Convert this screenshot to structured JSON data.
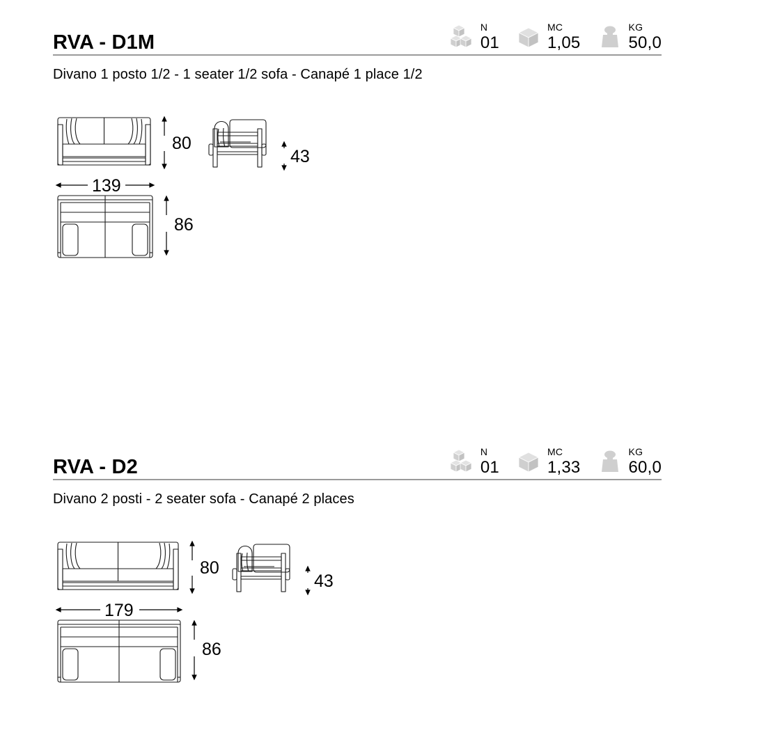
{
  "products": [
    {
      "code": "RVA - D1M",
      "description": "Divano 1 posto 1/2 - 1 seater 1/2 sofa - Canapé 1 place 1/2",
      "specs": [
        {
          "icon": "boxes-stack-icon",
          "label": "N",
          "value": "01"
        },
        {
          "icon": "cube-icon",
          "label": "MC",
          "value": "1,05"
        },
        {
          "icon": "weight-icon",
          "label": "KG",
          "value": "50,0"
        }
      ],
      "dimensions": {
        "height": "80",
        "width": "139",
        "seat_height": "43",
        "depth": "86"
      },
      "views": {
        "front": "front-elevation",
        "side": "side-elevation",
        "plan": "plan-view"
      },
      "seats": 2
    },
    {
      "code": "RVA - D2",
      "description": "Divano 2 posti - 2 seater sofa - Canapé 2 places",
      "specs": [
        {
          "icon": "boxes-stack-icon",
          "label": "N",
          "value": "01"
        },
        {
          "icon": "cube-icon",
          "label": "MC",
          "value": "1,33"
        },
        {
          "icon": "weight-icon",
          "label": "KG",
          "value": "60,0"
        }
      ],
      "dimensions": {
        "height": "80",
        "width": "179",
        "seat_height": "43",
        "depth": "86"
      },
      "views": {
        "front": "front-elevation",
        "side": "side-elevation",
        "plan": "plan-view"
      },
      "seats": 2
    }
  ]
}
